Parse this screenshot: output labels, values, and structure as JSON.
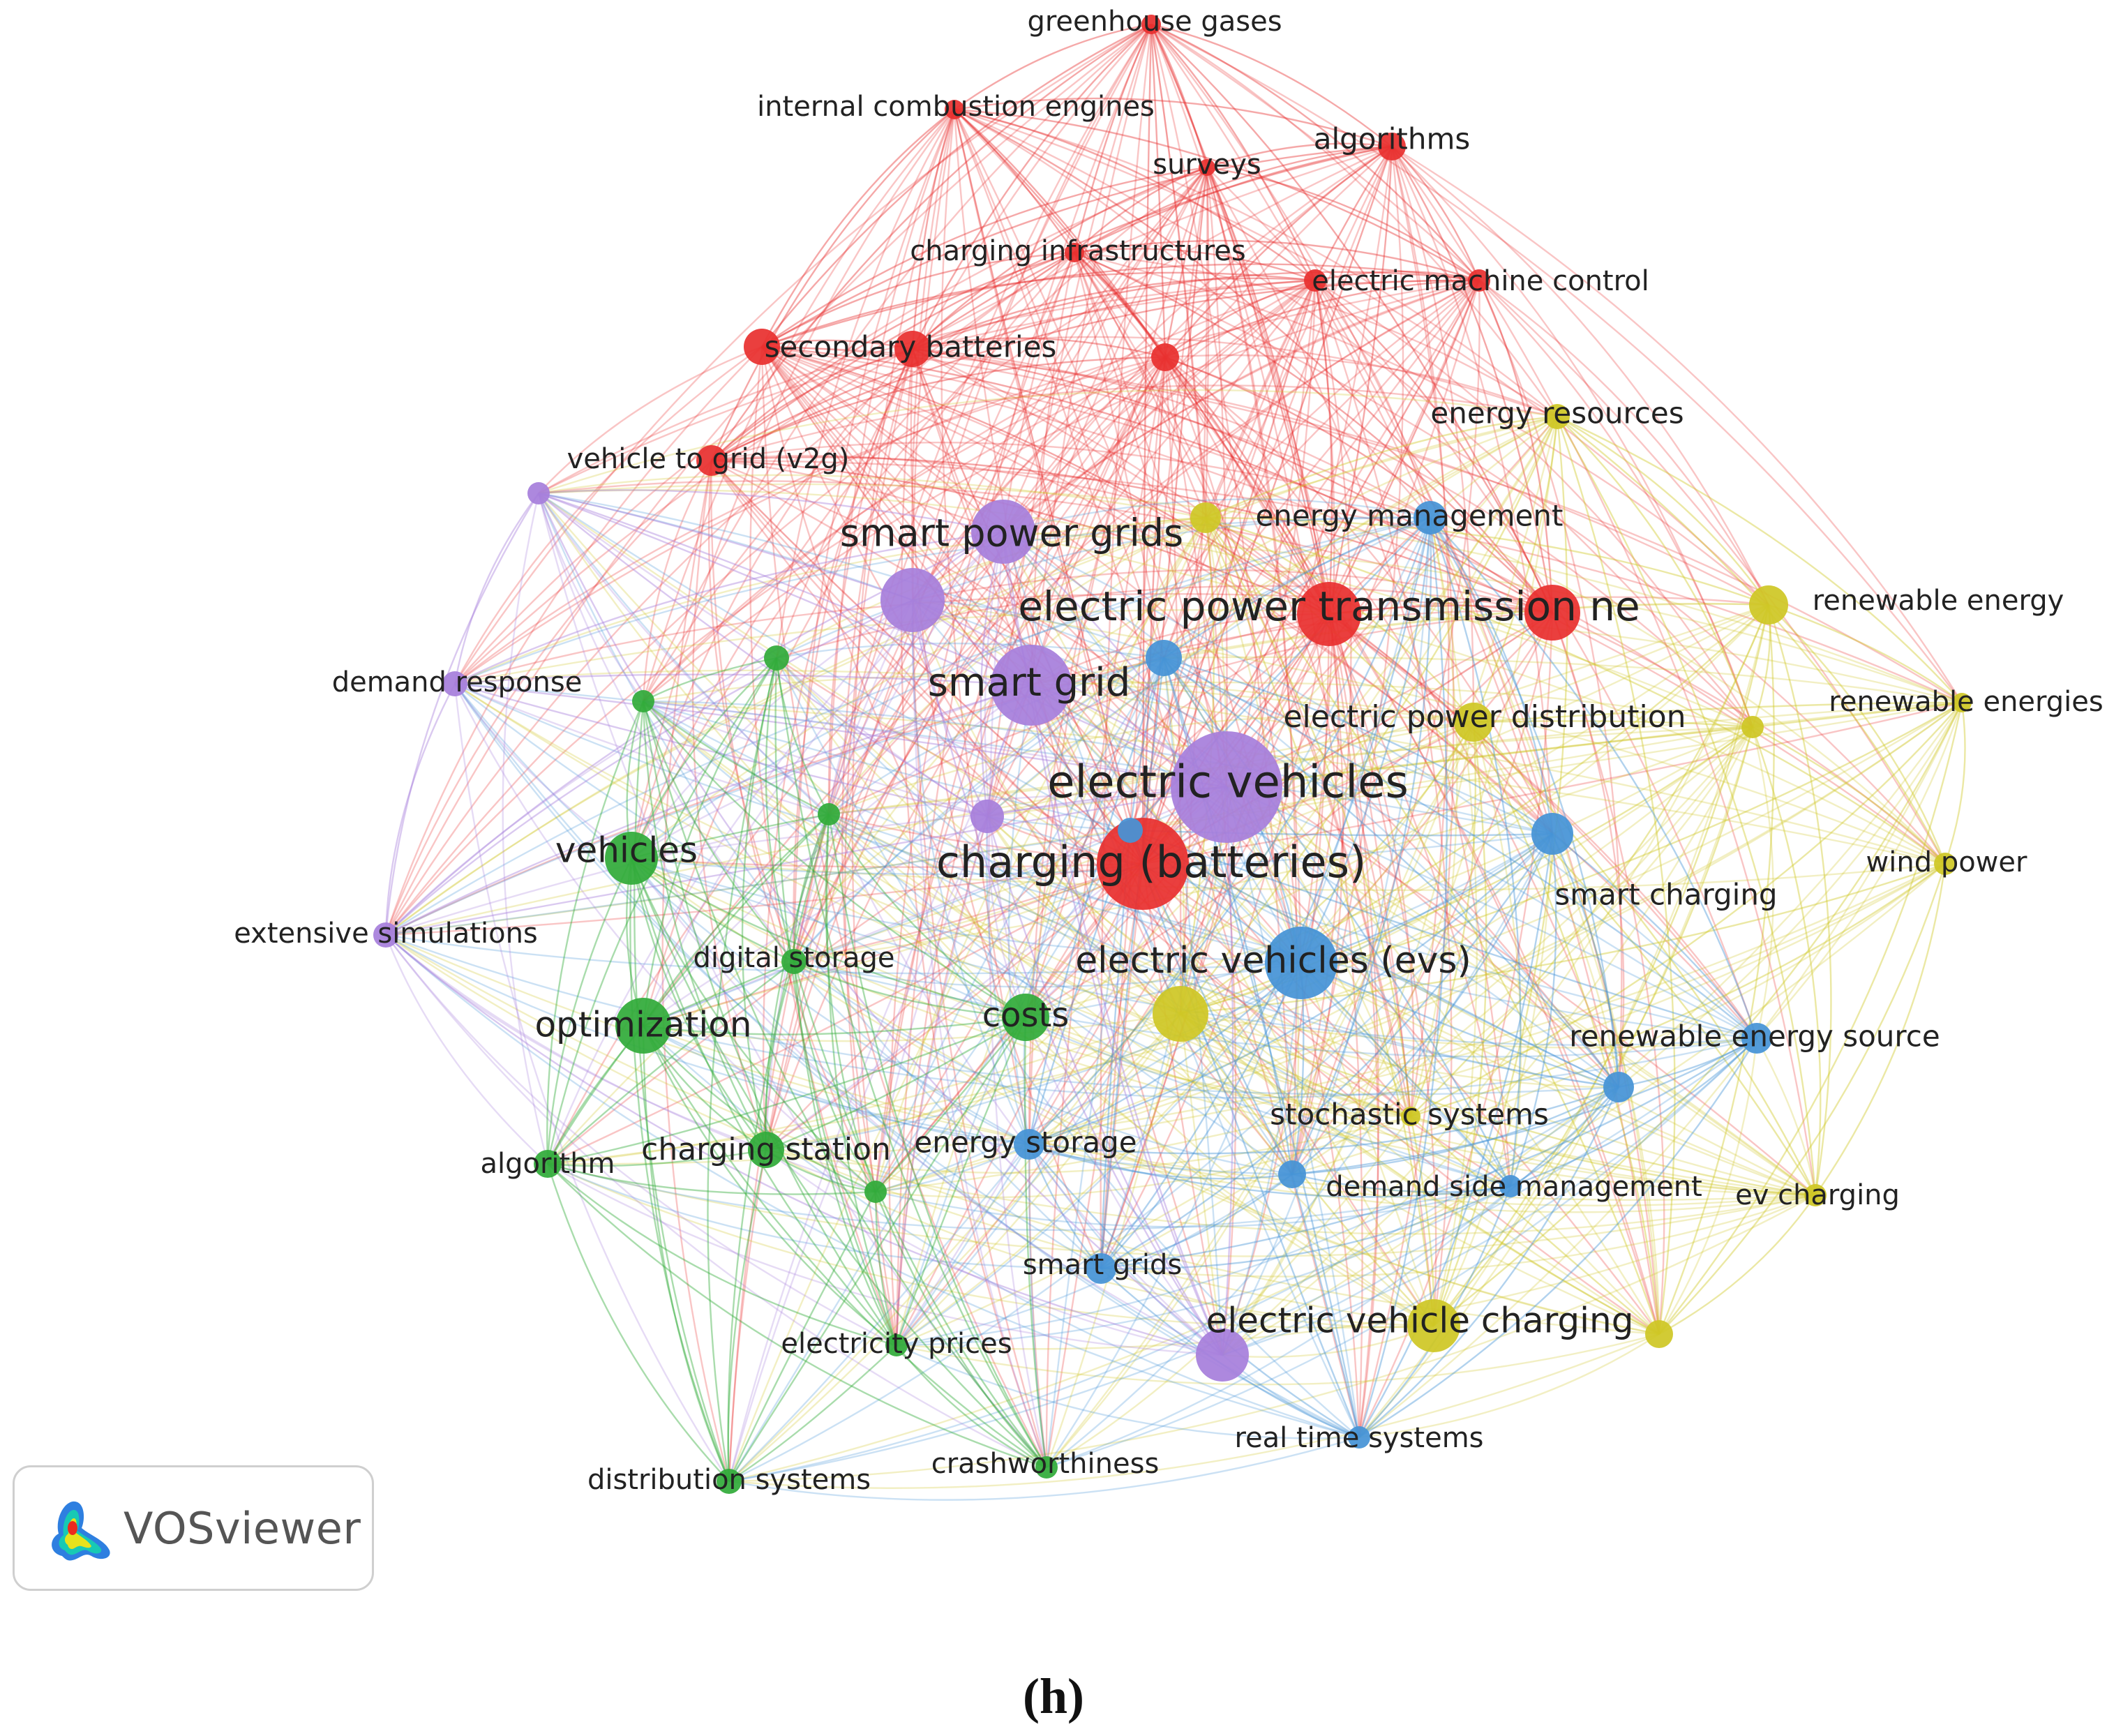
{
  "colors": {
    "red": "#e8302f",
    "green": "#31ab3a",
    "blue": "#4693d6",
    "yellow": "#cfc726",
    "purple": "#a77fdb"
  },
  "nodes": [
    {
      "id": "greenhouse",
      "label": "greenhouse gases",
      "cluster": "red"
    },
    {
      "id": "ice",
      "label": "internal combustion engines",
      "cluster": "red"
    },
    {
      "id": "algorithms",
      "label": "algorithms",
      "cluster": "red"
    },
    {
      "id": "surveys",
      "label": "surveys",
      "cluster": "red"
    },
    {
      "id": "charginfra",
      "label": "charging infrastructures",
      "cluster": "red"
    },
    {
      "id": "emc",
      "label": "electric machine control",
      "cluster": "red"
    },
    {
      "id": "secbatt",
      "label": "secondary batteries",
      "cluster": "red"
    },
    {
      "id": "v2g",
      "label": "vehicle to grid (v2g)",
      "cluster": "red"
    },
    {
      "id": "eptl",
      "label": "electric power transmission ne",
      "cluster": "red"
    },
    {
      "id": "chargingbat",
      "label": "charging (batteries)",
      "cluster": "red"
    },
    {
      "id": "r1",
      "label": "",
      "cluster": "red"
    },
    {
      "id": "r2",
      "label": "",
      "cluster": "red"
    },
    {
      "id": "r3",
      "label": "",
      "cluster": "red"
    },
    {
      "id": "r4",
      "label": "",
      "cluster": "red"
    },
    {
      "id": "energyres",
      "label": "energy resources",
      "cluster": "yellow"
    },
    {
      "id": "renewable",
      "label": "renewable energy",
      "cluster": "yellow"
    },
    {
      "id": "renewables",
      "label": "renewable energies",
      "cluster": "yellow"
    },
    {
      "id": "epd",
      "label": "electric power distribution",
      "cluster": "yellow"
    },
    {
      "id": "wind",
      "label": "wind power",
      "cluster": "yellow"
    },
    {
      "id": "evcharging",
      "label": "ev charging",
      "cluster": "yellow"
    },
    {
      "id": "evc",
      "label": "electric vehicle charging",
      "cluster": "yellow"
    },
    {
      "id": "stoch",
      "label": "stochastic systems",
      "cluster": "yellow"
    },
    {
      "id": "y1",
      "label": "",
      "cluster": "yellow"
    },
    {
      "id": "y2",
      "label": "",
      "cluster": "yellow"
    },
    {
      "id": "y3",
      "label": "",
      "cluster": "yellow"
    },
    {
      "id": "y4",
      "label": "",
      "cluster": "yellow"
    },
    {
      "id": "energymgmt",
      "label": "energy management",
      "cluster": "blue"
    },
    {
      "id": "evs",
      "label": "electric vehicles (evs)",
      "cluster": "blue"
    },
    {
      "id": "smartcharging",
      "label": "smart charging",
      "cluster": "blue"
    },
    {
      "id": "res",
      "label": "renewable energy source",
      "cluster": "blue"
    },
    {
      "id": "dsm",
      "label": "demand side management",
      "cluster": "blue"
    },
    {
      "id": "energystorage",
      "label": "energy storage",
      "cluster": "blue"
    },
    {
      "id": "smartgrids",
      "label": "smart grids",
      "cluster": "blue"
    },
    {
      "id": "rts",
      "label": "real time systems",
      "cluster": "blue"
    },
    {
      "id": "b1",
      "label": "",
      "cluster": "blue"
    },
    {
      "id": "b2",
      "label": "",
      "cluster": "blue"
    },
    {
      "id": "b3",
      "label": "",
      "cluster": "blue"
    },
    {
      "id": "b4",
      "label": "",
      "cluster": "blue"
    },
    {
      "id": "demandresp",
      "label": "demand response",
      "cluster": "purple"
    },
    {
      "id": "extsim",
      "label": "extensive simulations",
      "cluster": "purple"
    },
    {
      "id": "spg",
      "label": "smart power grids",
      "cluster": "purple"
    },
    {
      "id": "smartgrid",
      "label": "smart grid",
      "cluster": "purple"
    },
    {
      "id": "ev",
      "label": "electric vehicles",
      "cluster": "purple"
    },
    {
      "id": "p1",
      "label": "",
      "cluster": "purple"
    },
    {
      "id": "p2",
      "label": "",
      "cluster": "purple"
    },
    {
      "id": "p3",
      "label": "",
      "cluster": "purple"
    },
    {
      "id": "p4",
      "label": "",
      "cluster": "purple"
    },
    {
      "id": "vehicles",
      "label": "vehicles",
      "cluster": "green"
    },
    {
      "id": "digstorage",
      "label": "digital storage",
      "cluster": "green"
    },
    {
      "id": "optimization",
      "label": "optimization",
      "cluster": "green"
    },
    {
      "id": "costs",
      "label": "costs",
      "cluster": "green"
    },
    {
      "id": "algorithm",
      "label": "algorithm",
      "cluster": "green"
    },
    {
      "id": "chargstation",
      "label": "charging station",
      "cluster": "green"
    },
    {
      "id": "elecprices",
      "label": "electricity prices",
      "cluster": "green"
    },
    {
      "id": "distsys",
      "label": "distribution systems",
      "cluster": "green"
    },
    {
      "id": "crash",
      "label": "crashworthiness",
      "cluster": "green"
    },
    {
      "id": "g1",
      "label": "",
      "cluster": "green"
    },
    {
      "id": "g2",
      "label": "",
      "cluster": "green"
    },
    {
      "id": "g3",
      "label": "",
      "cluster": "green"
    },
    {
      "id": "g4",
      "label": "",
      "cluster": "green"
    }
  ],
  "logo": {
    "text": "VOSviewer"
  },
  "caption": "(h)"
}
